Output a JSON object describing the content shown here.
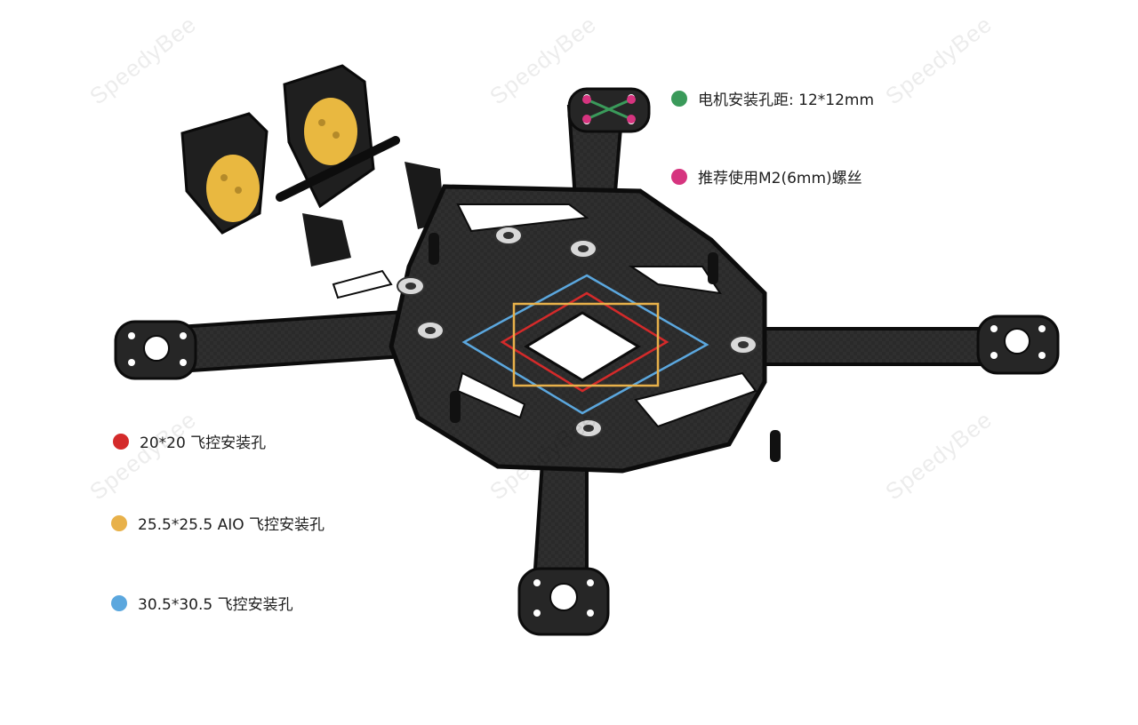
{
  "watermark": "SpeedyBee",
  "colors": {
    "motor": "#3a9a5a",
    "screw": "#d6347f",
    "fc20": "#d42a2a",
    "fc25": "#e8b14a",
    "fc30": "#5ba7de",
    "carbon": "#262626",
    "carbon_edge": "#0c0c0c",
    "cam_pad": "#e9b840"
  },
  "legend": [
    {
      "key": "motor",
      "label": "电机安装孔距: 12*12mm",
      "icon": "green-dot"
    },
    {
      "key": "screw",
      "label": "推荐使用M2(6mm)螺丝",
      "icon": "magenta-dot"
    },
    {
      "key": "fc20",
      "label": "20*20 飞控安装孔",
      "icon": "red-dot"
    },
    {
      "key": "fc25",
      "label": "25.5*25.5 AIO 飞控安装孔",
      "icon": "yellow-dot"
    },
    {
      "key": "fc30",
      "label": "30.5*30.5 飞控安装孔",
      "icon": "blue-dot"
    }
  ]
}
